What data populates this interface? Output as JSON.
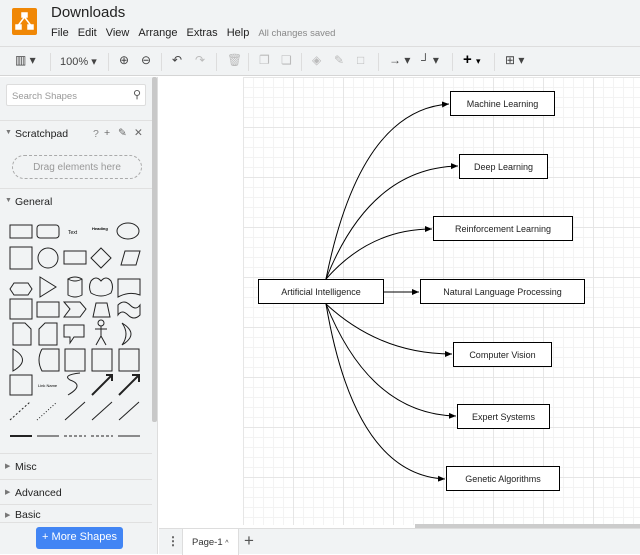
{
  "app": {
    "title": "Downloads",
    "status": "All changes saved",
    "menu": [
      "File",
      "Edit",
      "View",
      "Arrange",
      "Extras",
      "Help"
    ]
  },
  "toolbar": {
    "zoom": "100%"
  },
  "sidebar": {
    "search_placeholder": "Search Shapes",
    "scratchpad": "Scratchpad",
    "scratchpad_help": "?",
    "drag_hint": "Drag elements here",
    "sections": [
      "General",
      "Misc",
      "Advanced",
      "Basic"
    ],
    "more_shapes": "+ More Shapes",
    "shape_text": "Text",
    "shape_heading": "Heading",
    "shape_link": "Link Name"
  },
  "footer": {
    "page_tab": "Page-1"
  },
  "diagram": {
    "root": "Artificial Intelligence",
    "children": [
      "Machine Learning",
      "Deep Learning",
      "Reinforcement Learning",
      "Natural Language Processing",
      "Computer Vision",
      "Expert Systems",
      "Genetic Algorithms"
    ]
  }
}
